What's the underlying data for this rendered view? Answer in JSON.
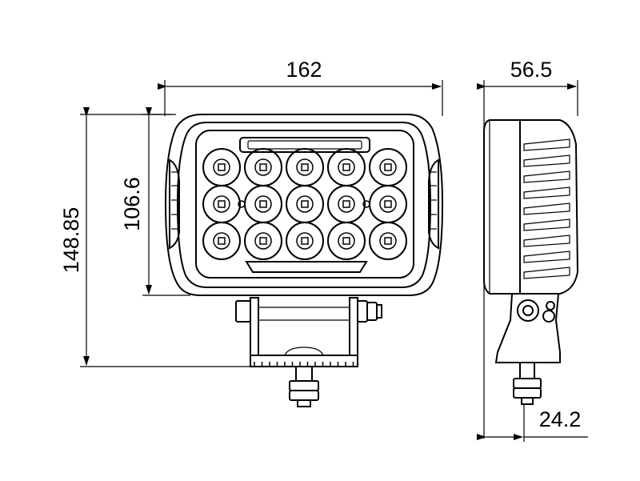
{
  "dimensions": {
    "front_width": "162",
    "side_depth": "56.5",
    "lens_height": "106.6",
    "overall_height": "148.85",
    "bracket_offset": "24.2"
  },
  "colors": {
    "line": "#000000",
    "background": "#ffffff"
  },
  "led_grid": {
    "rows": 3,
    "columns": 5
  }
}
